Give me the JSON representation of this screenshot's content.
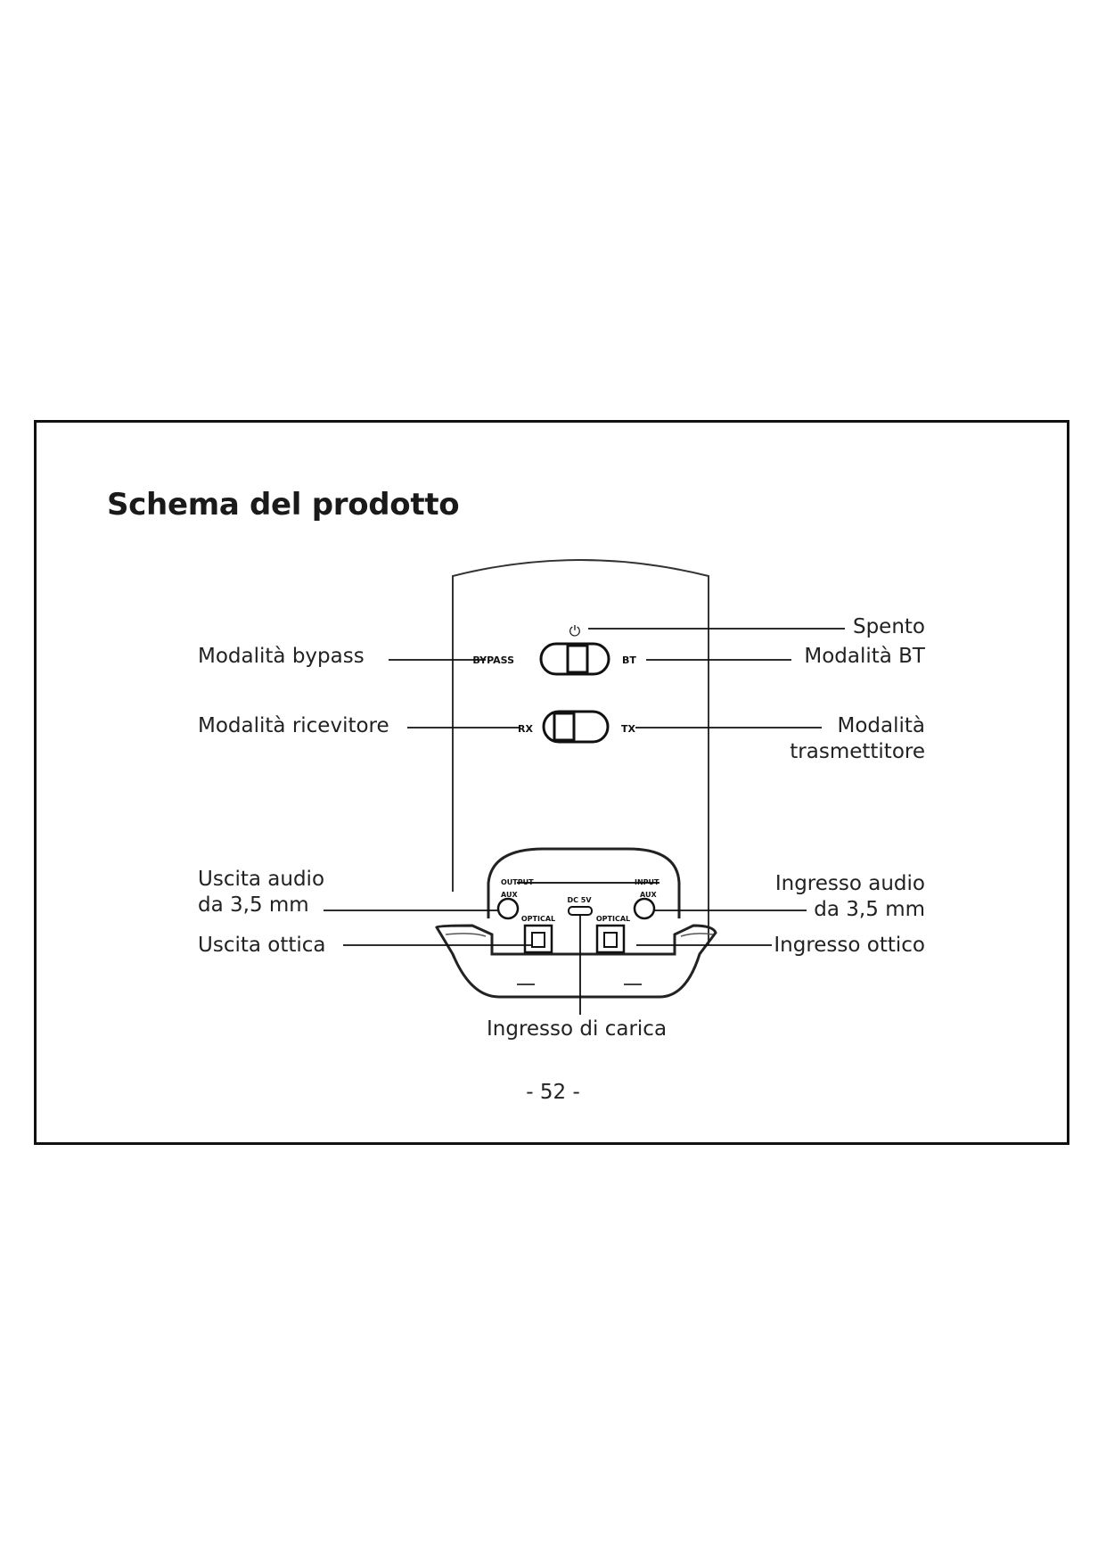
{
  "title": "Schema del prodotto",
  "labels": {
    "off": "Spento",
    "bypass_mode": "Modalità bypass",
    "bt_mode": "Modalità BT",
    "receiver_mode": "Modalità ricevitore",
    "transmitter_mode_line1": "Modalità",
    "transmitter_mode_line2": "trasmettitore",
    "audio_out_line1": "Uscita audio",
    "audio_out_line2": "da 3,5 mm",
    "audio_in_line1": "Ingresso audio",
    "audio_in_line2": "da 3,5 mm",
    "optical_out": "Uscita ottica",
    "optical_in": "Ingresso ottico",
    "charging_input": "Ingresso di carica"
  },
  "device_markings": {
    "bypass": "BYPASS",
    "bt": "BT",
    "rx": "RX",
    "tx": "TX",
    "output": "OUTPUT",
    "input": "INPUT",
    "aux_left": "AUX",
    "aux_right": "AUX",
    "optical_left": "OPTICAL",
    "optical_right": "OPTICAL",
    "dc": "DC 5V",
    "power_symbol": "⏻"
  },
  "page_number": "- 52 -"
}
